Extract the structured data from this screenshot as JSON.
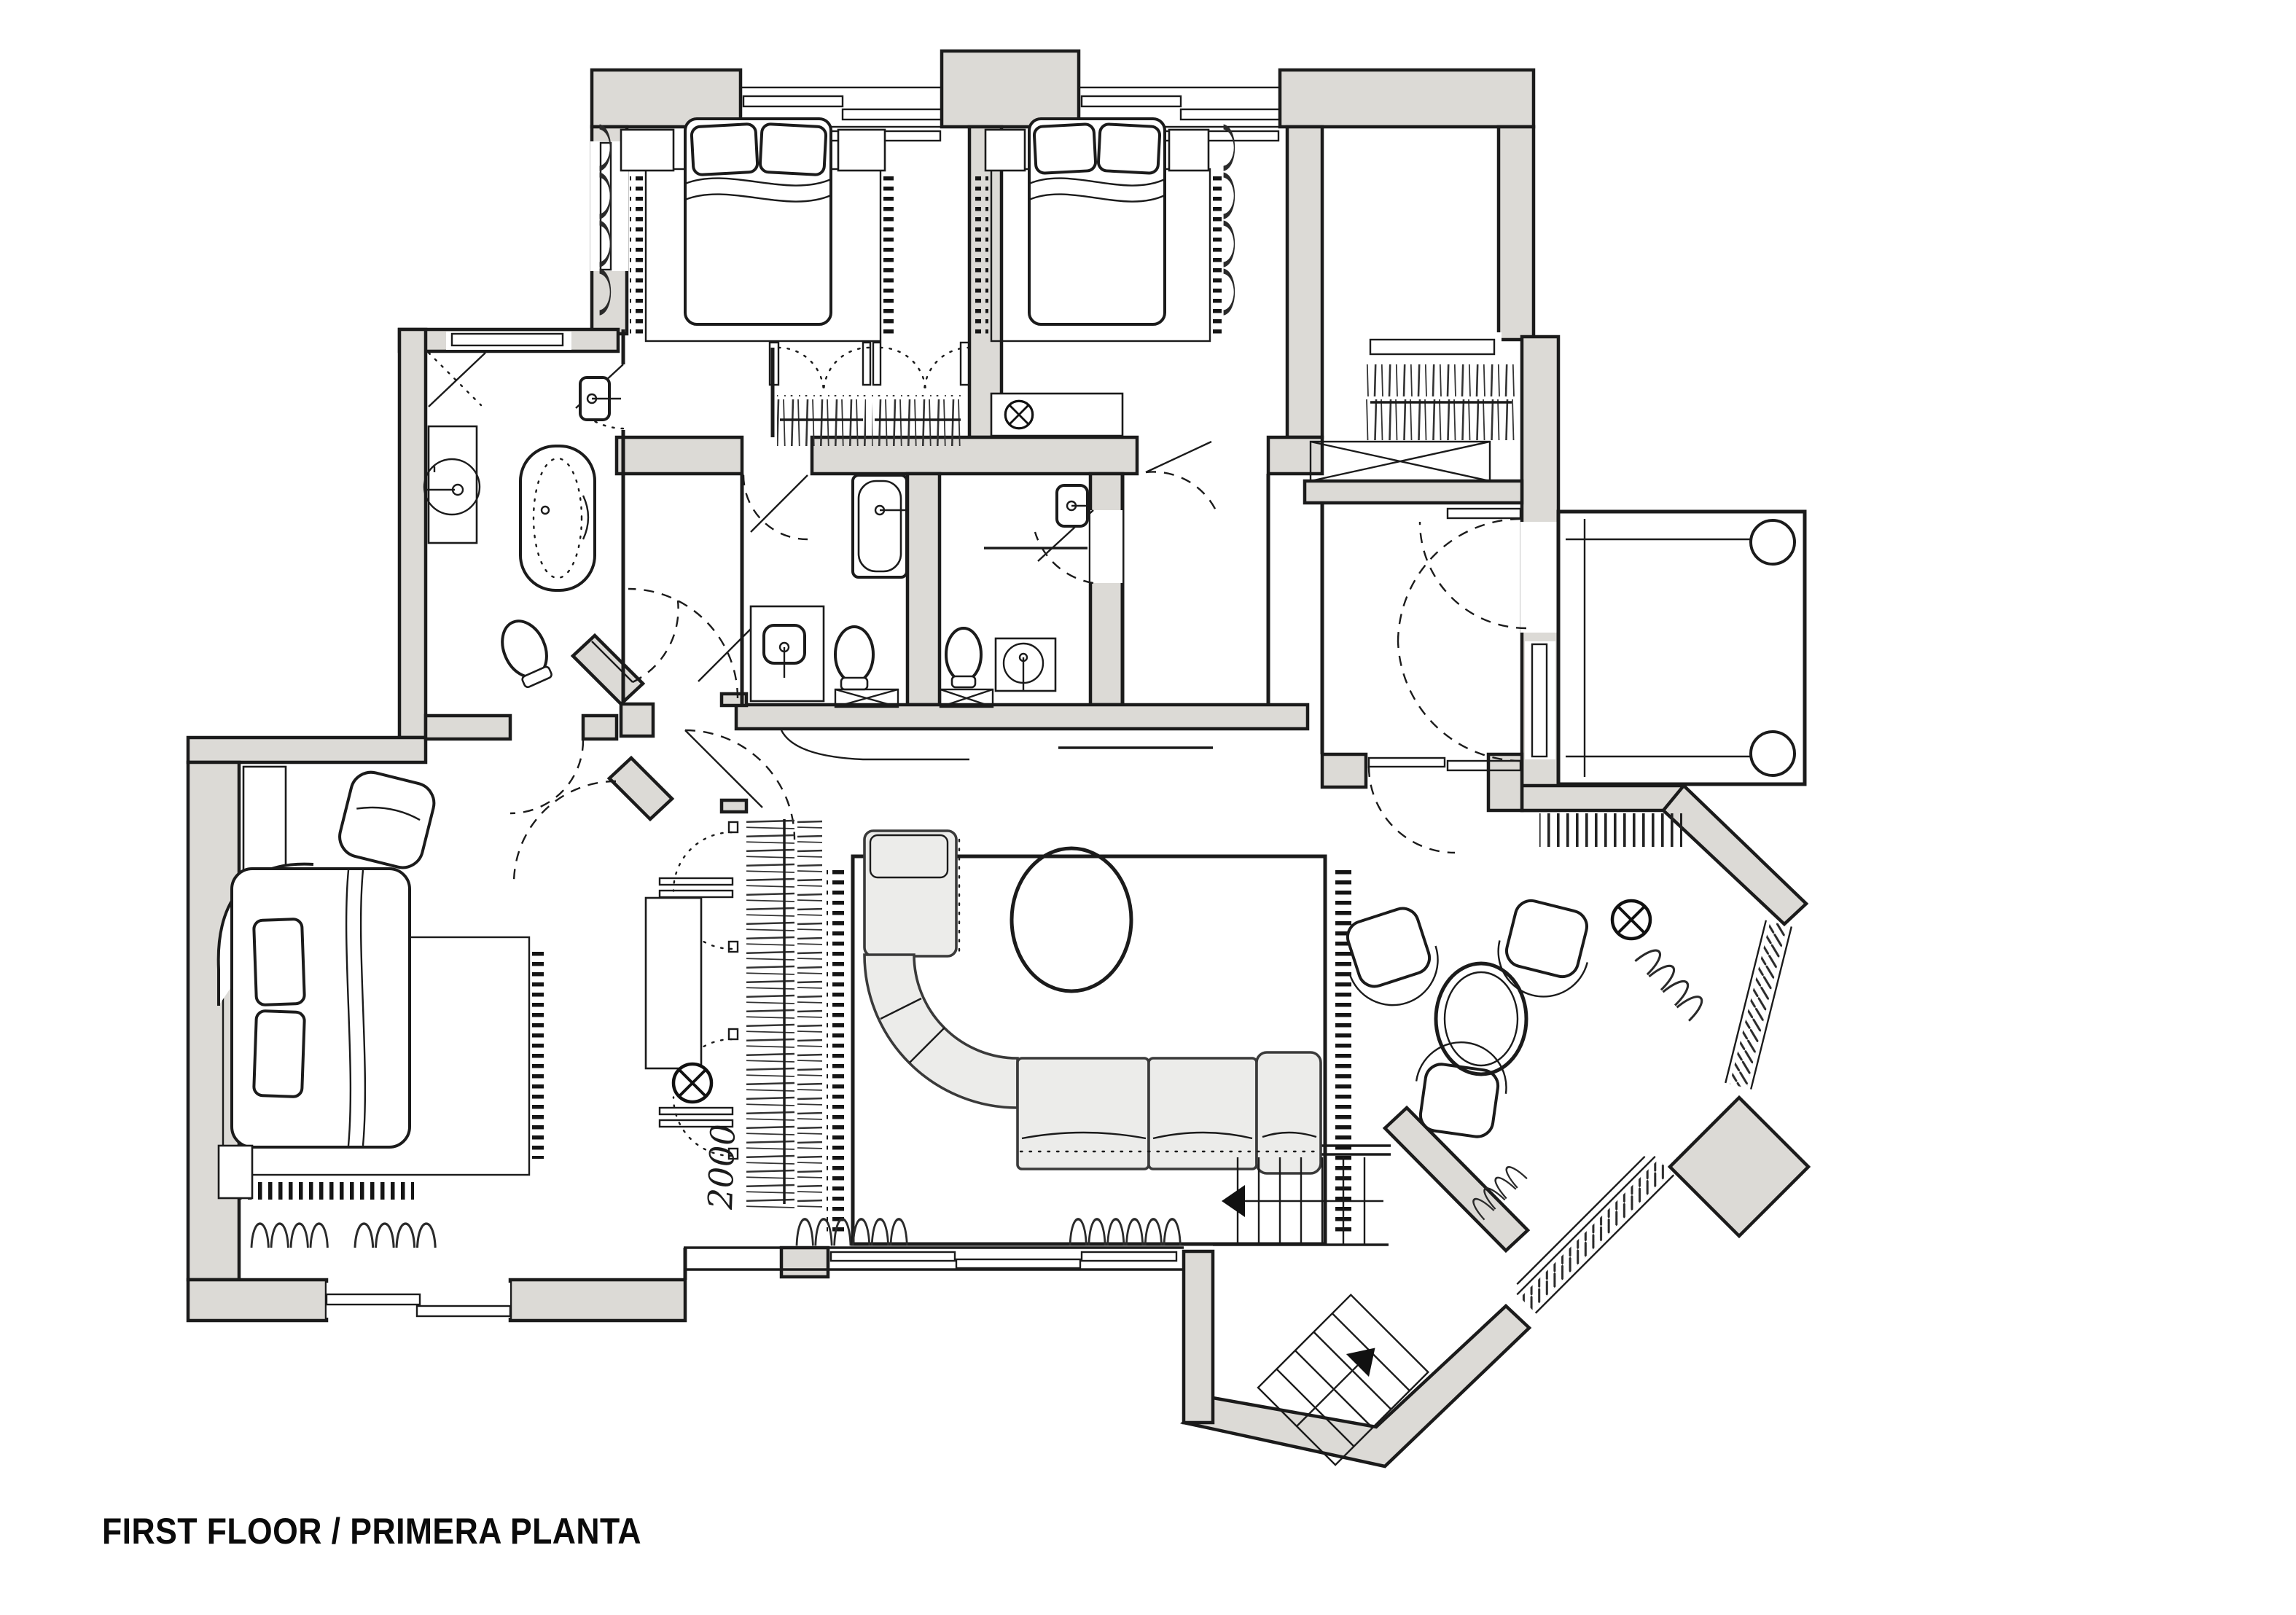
{
  "page": {
    "background": "#ffffff"
  },
  "title": {
    "text": "FIRST FLOOR / PRIMERA PLANTA"
  },
  "annotations": {
    "sofa_dimension_note": "2000"
  },
  "palette": {
    "wall_fill": "#dcdad6",
    "line": "#1b1b1b",
    "furniture_fill": "#ffffff",
    "soft_furniture_fill": "#ececea"
  },
  "symbols": {
    "light_symbol": "crossed-circle",
    "radiator_symbol": "squiggle-loops",
    "window_symbol": "double-line-panes",
    "wardrobe_symbol": "crossed-box",
    "hanging_clothes_symbol": "tick-strokes-on-rail"
  }
}
